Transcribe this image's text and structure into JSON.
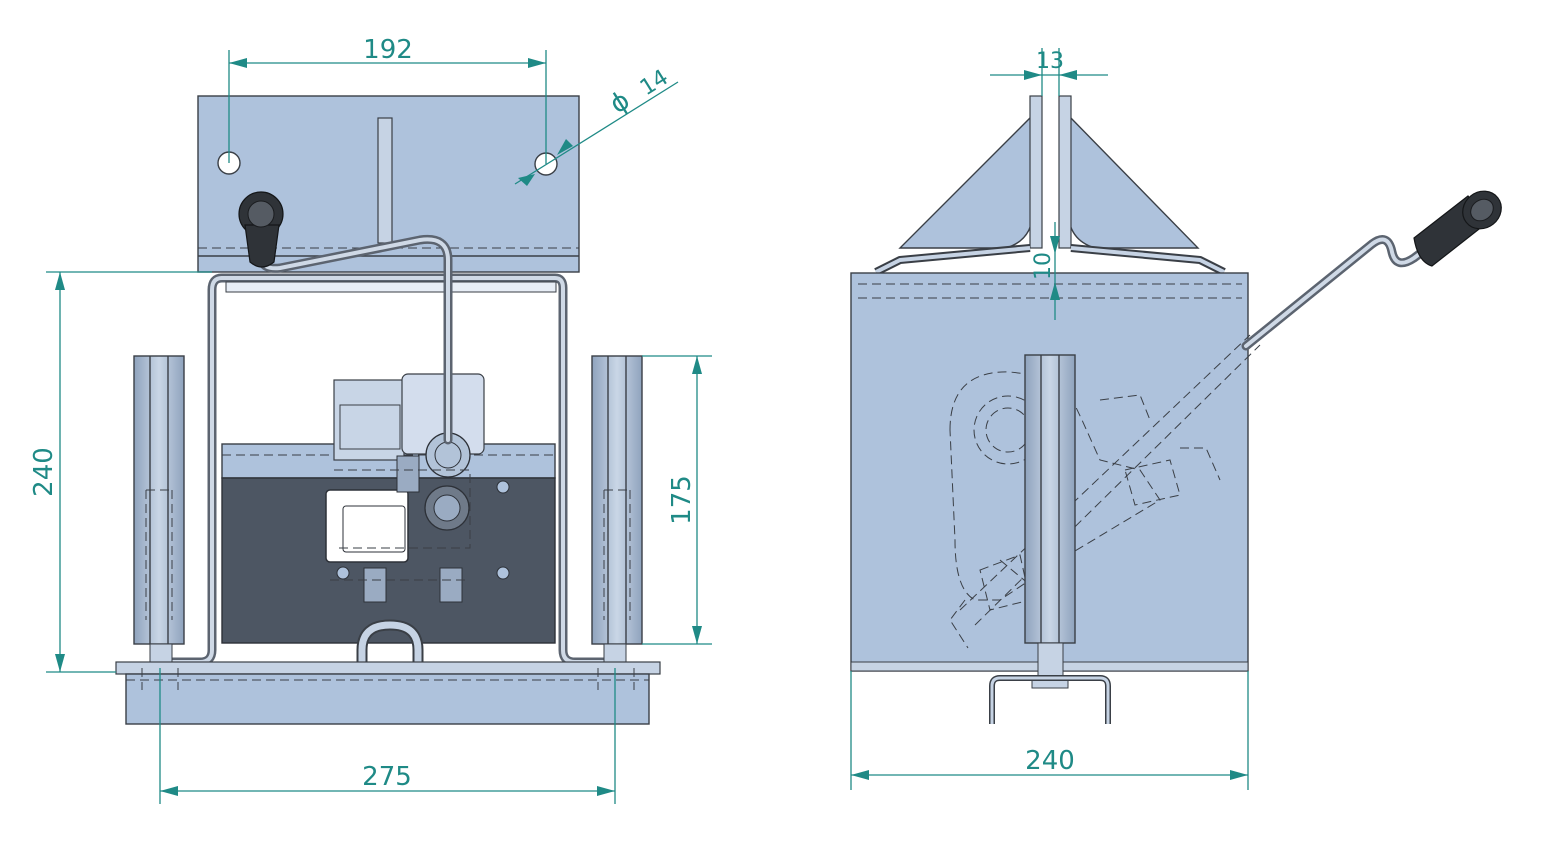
{
  "dimensions": {
    "front_hole_spacing": "192",
    "front_hole_diameter_symbol": "ϕ",
    "front_hole_diameter": "14",
    "front_height": "240",
    "front_post_height": "175",
    "front_base_width": "275",
    "side_gap": "13",
    "side_offset": "10",
    "side_width": "240"
  },
  "colors": {
    "dimension": "#1f8a86",
    "steel": "#aec2dc",
    "dark_plate": "#4d5663",
    "outline": "#3a3f46"
  }
}
